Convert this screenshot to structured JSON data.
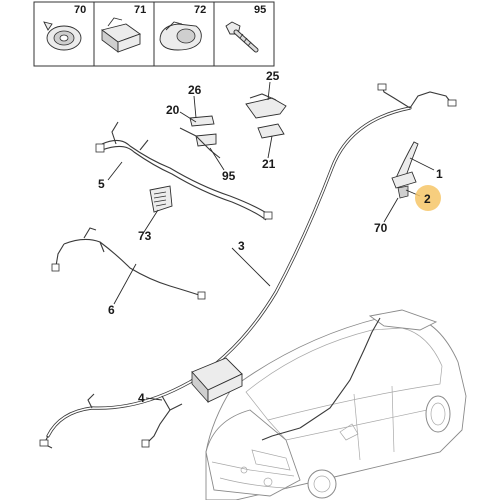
{
  "header_parts": [
    {
      "ref": "70"
    },
    {
      "ref": "71"
    },
    {
      "ref": "72"
    },
    {
      "ref": "95"
    }
  ],
  "callouts": {
    "c1": "1",
    "c2": "2",
    "c3": "3",
    "c4": "4",
    "c5": "5",
    "c6": "6",
    "c20": "20",
    "c21": "21",
    "c25": "25",
    "c26": "26",
    "c70": "70",
    "c73": "73",
    "c95": "95"
  },
  "colors": {
    "highlight": "#f6c567",
    "line": "#3a3a3a",
    "car_outline": "#8a8a8a"
  }
}
